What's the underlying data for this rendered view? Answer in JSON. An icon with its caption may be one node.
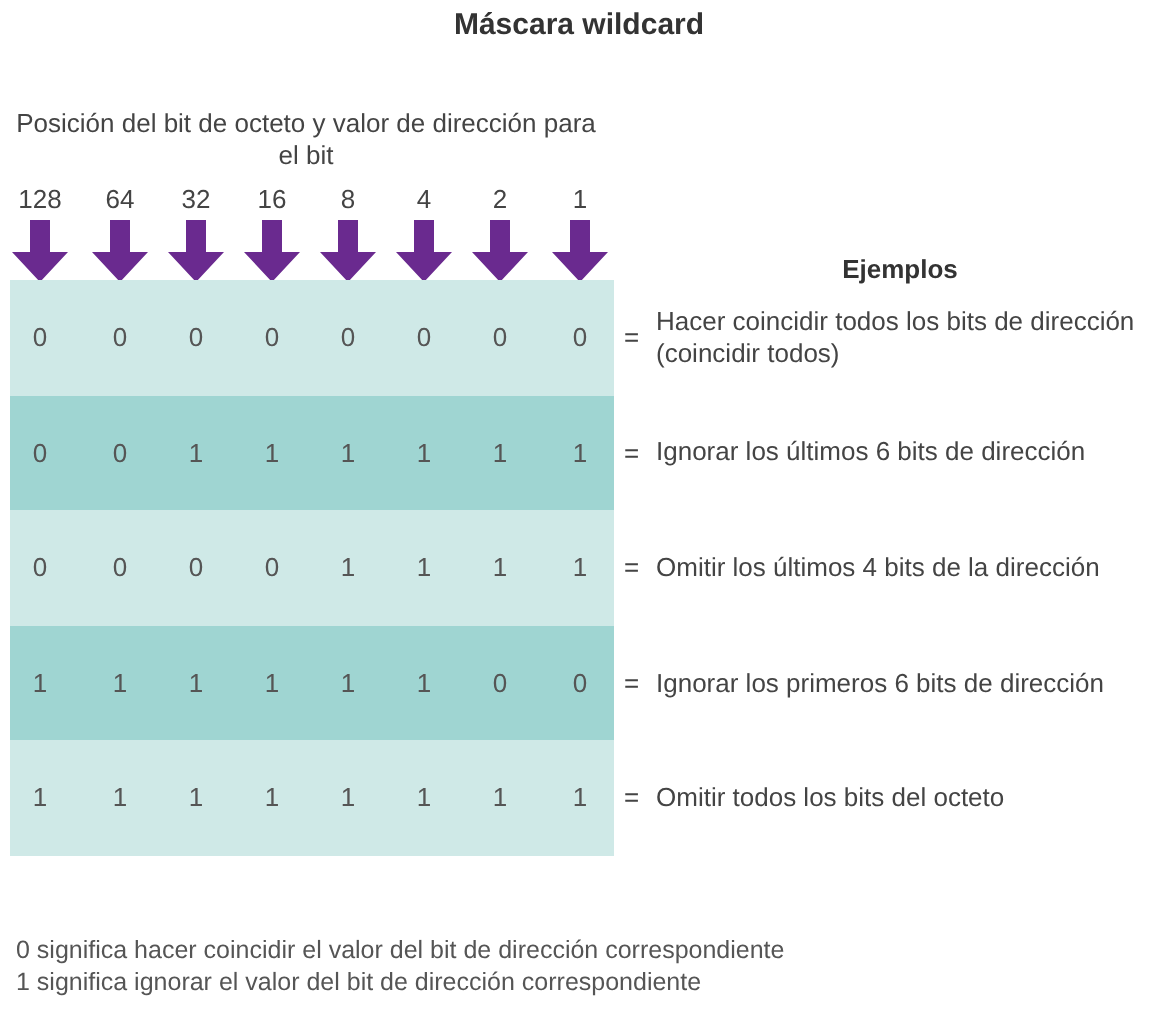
{
  "diagram": {
    "title": "Máscara wildcard",
    "labels": [
      "Posición del bit de octeto y valor de dirección para el bit",
      "128",
      "64",
      "32",
      "16",
      "8",
      "4",
      "2",
      "1",
      "Ejemplos",
      "0",
      "0",
      "0",
      "0",
      "0",
      "0",
      "0",
      "0",
      "=",
      "Hacer coincidir todos los bits de dirección (coincidir todos)",
      "0",
      "0",
      "1",
      "1",
      "1",
      "1",
      "1",
      "1",
      "=",
      "Ignorar los últimos 6 bits de dirección",
      "0",
      "0",
      "0",
      "0",
      "1",
      "1",
      "1",
      "1",
      "=",
      "Omitir los últimos 4 bits de la dirección",
      "1",
      "1",
      "1",
      "1",
      "1",
      "1",
      "0",
      "0",
      "=",
      "Ignorar los primeros 6 bits de dirección",
      "1",
      "1",
      "1",
      "1",
      "1",
      "1",
      "1",
      "1",
      "=",
      "Omitir todos los bits del octeto",
      "0 significa hacer coincidir el valor del bit de dirección correspondiente",
      "1 significa ignorar el valor del bit de dirección correspondiente"
    ]
  }
}
